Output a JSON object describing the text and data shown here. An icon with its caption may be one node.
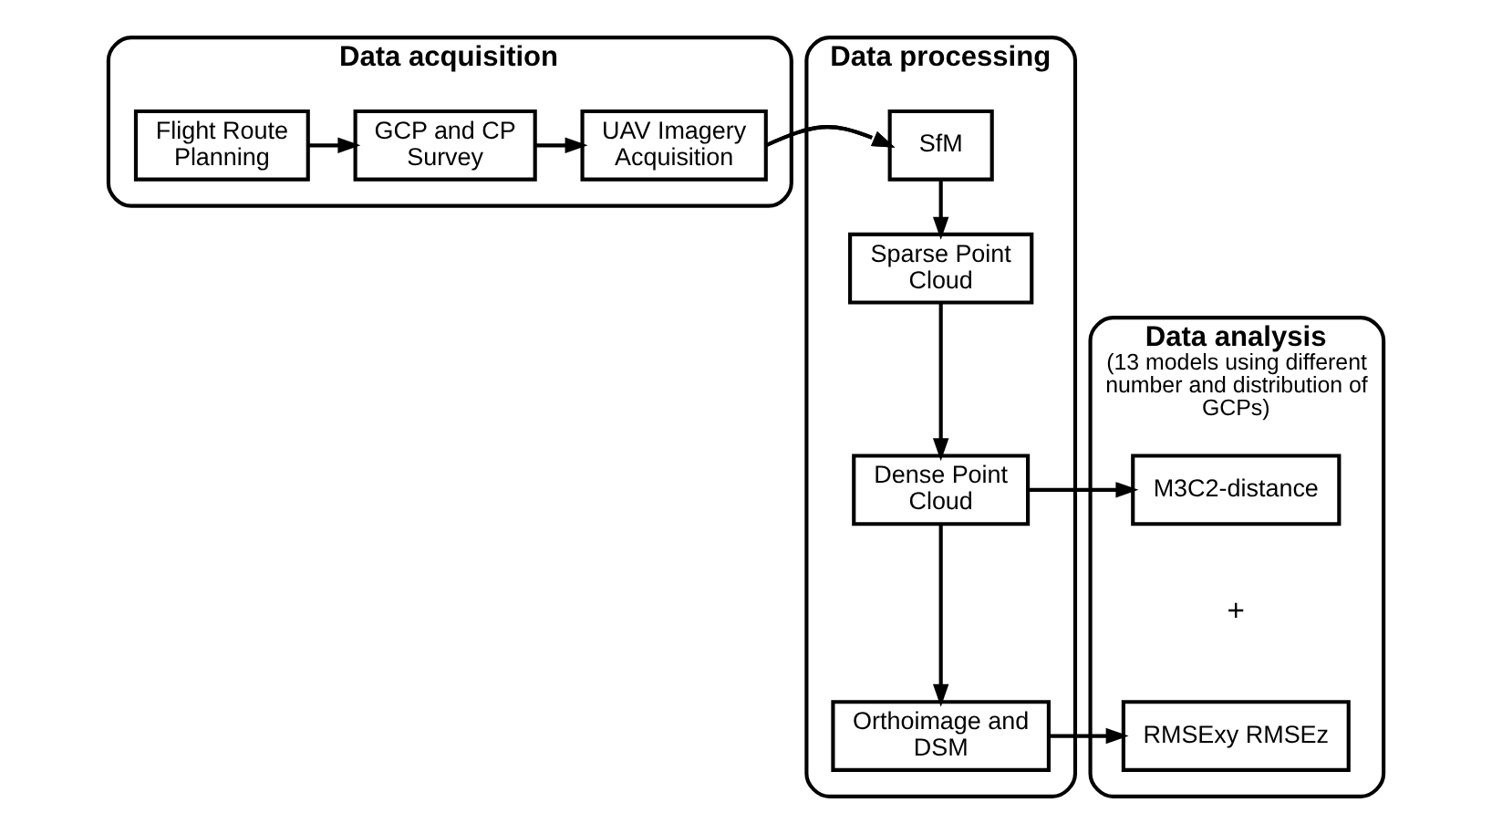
{
  "diagram": {
    "nodes": [
      {
        "text": [
          "Data acquisition"
        ]
      },
      {
        "text": [
          "Flight Route Planning"
        ],
        "in": 0
      },
      {
        "text": [
          "GCP and CP Survey"
        ],
        "in": 0
      },
      {
        "text": [
          "UAV Imagery Acquisition"
        ],
        "in": 0
      },
      {
        "text": [
          "Data processing"
        ]
      },
      {
        "text": [
          "SfM"
        ],
        "in": 4
      },
      {
        "text": [
          "Sparse Point Cloud"
        ],
        "in": 4
      },
      {
        "text": [
          "Dense Point Cloud"
        ],
        "in": 4
      },
      {
        "text": [
          "Orthoimage and DSM"
        ],
        "in": 4
      },
      {
        "text": [
          "Data analysis",
          "(13 models using different number and distribution of GCPs)"
        ]
      },
      {
        "text": [
          "M3C2-distance"
        ],
        "in": 9
      },
      {
        "text": [
          "RMSExy RMSEz"
        ],
        "in": 9
      }
    ],
    "edges": [
      {
        "from": 1,
        "to": 2,
        "arrow": "to"
      },
      {
        "from": 2,
        "to": 3,
        "arrow": "to"
      },
      {
        "from": 3,
        "to": 5,
        "arrow": "to"
      },
      {
        "from": 5,
        "to": 6,
        "arrow": "to"
      },
      {
        "from": 6,
        "to": 7,
        "arrow": "to"
      },
      {
        "from": 7,
        "to": 10,
        "arrow": "to"
      },
      {
        "from": 7,
        "to": 8,
        "arrow": "to"
      },
      {
        "from": 8,
        "to": 11,
        "arrow": "to"
      }
    ],
    "labels": [
      "+"
    ]
  }
}
